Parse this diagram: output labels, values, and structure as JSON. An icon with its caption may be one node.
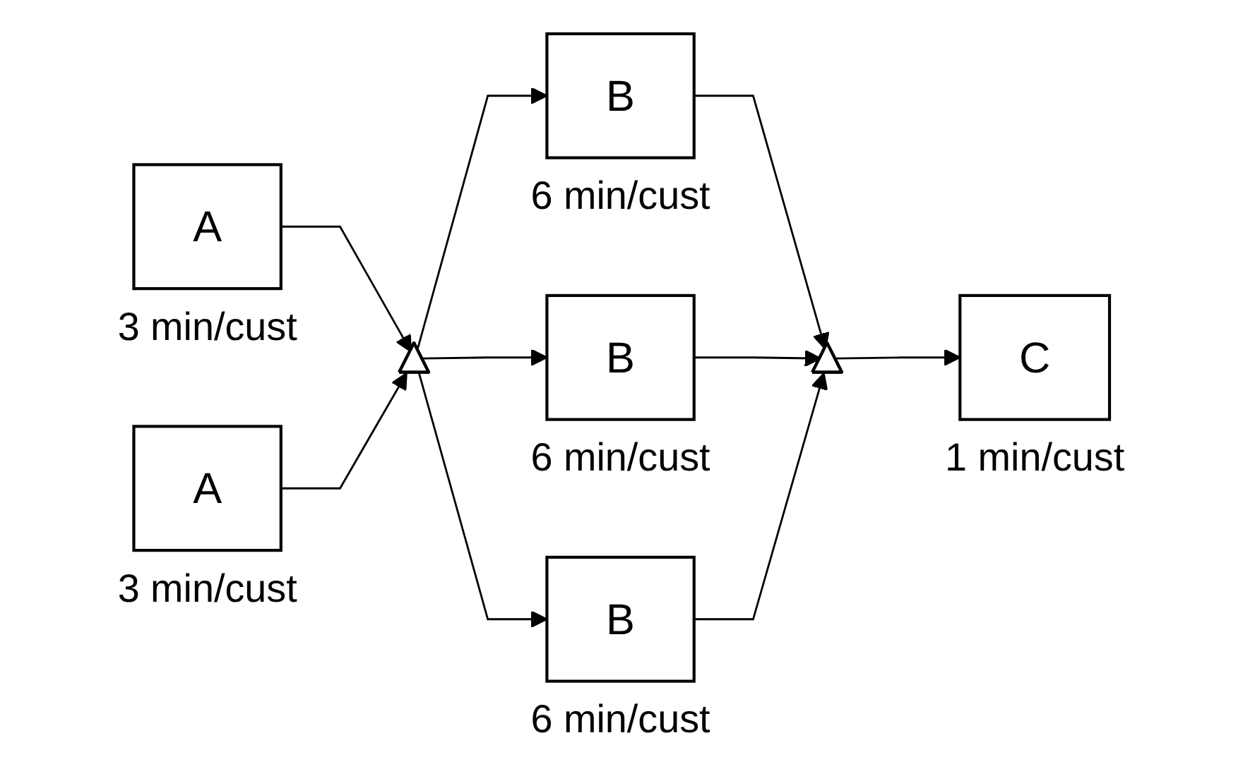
{
  "diagram": {
    "nodes": [
      {
        "text": [
          "A"
        ],
        "beside": [
          "3 min/cust"
        ]
      },
      {
        "text": [
          "A"
        ],
        "beside": [
          "3 min/cust"
        ]
      },
      {
        "text": [],
        "shape": "triangle"
      },
      {
        "text": [
          "B"
        ],
        "beside": [
          "6 min/cust"
        ]
      },
      {
        "text": [
          "B"
        ],
        "beside": [
          "6 min/cust"
        ]
      },
      {
        "text": [
          "B"
        ],
        "beside": [
          "6 min/cust"
        ]
      },
      {
        "text": [],
        "shape": "triangle"
      },
      {
        "text": [
          "C"
        ],
        "beside": [
          "1 min/cust"
        ]
      }
    ],
    "edges": [
      {
        "from": 0,
        "to": 2,
        "arrow": "to"
      },
      {
        "from": 1,
        "to": 2,
        "arrow": "to"
      },
      {
        "from": 2,
        "to": 3,
        "arrow": "to"
      },
      {
        "from": 2,
        "to": 4,
        "arrow": "to"
      },
      {
        "from": 2,
        "to": 5,
        "arrow": "to"
      },
      {
        "from": 3,
        "to": 6,
        "arrow": "to"
      },
      {
        "from": 4,
        "to": 6,
        "arrow": "to"
      },
      {
        "from": 5,
        "to": 6,
        "arrow": "to"
      },
      {
        "from": 6,
        "to": 7,
        "arrow": "to"
      }
    ]
  }
}
